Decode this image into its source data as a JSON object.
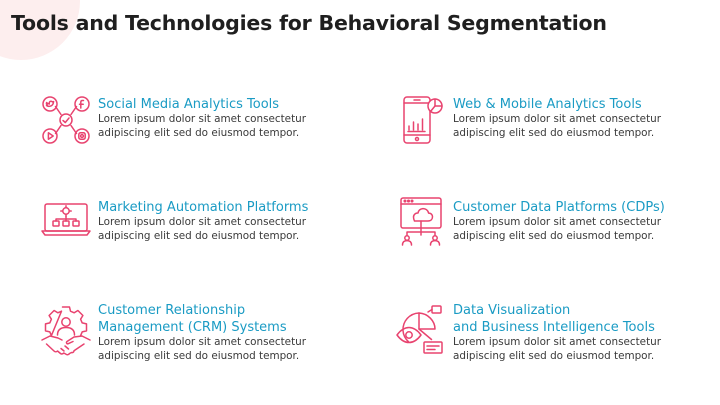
{
  "slide": {
    "title": "Tools and Technologies for Behavioral Segmentation",
    "accent_color": "#e8436f",
    "heading_color": "#1a9bc4",
    "items": [
      {
        "icon": "social-media-icon",
        "heading": "Social Media Analytics Tools",
        "description": "Lorem ipsum dolor sit amet consectetur\nadipiscing elit sed do eiusmod tempor."
      },
      {
        "icon": "mobile-analytics-icon",
        "heading": "Web & Mobile Analytics Tools",
        "description": "Lorem ipsum dolor sit amet consectetur\nadipiscing elit sed do eiusmod tempor."
      },
      {
        "icon": "marketing-automation-icon",
        "heading": "Marketing Automation Platforms",
        "description": "Lorem ipsum dolor sit amet consectetur\nadipiscing elit sed do eiusmod tempor."
      },
      {
        "icon": "customer-data-platform-icon",
        "heading": "Customer Data Platforms (CDPs)",
        "description": "Lorem ipsum dolor sit amet consectetur\nadipiscing elit sed do eiusmod tempor."
      },
      {
        "icon": "crm-handshake-icon",
        "heading": "Customer Relationship\nManagement (CRM) Systems",
        "description": "Lorem ipsum dolor sit amet consectetur\nadipiscing elit sed do eiusmod tempor."
      },
      {
        "icon": "data-visualization-icon",
        "heading": "Data Visualization\nand Business Intelligence Tools",
        "description": "Lorem ipsum dolor sit amet consectetur\nadipiscing elit sed do eiusmod tempor."
      }
    ]
  }
}
